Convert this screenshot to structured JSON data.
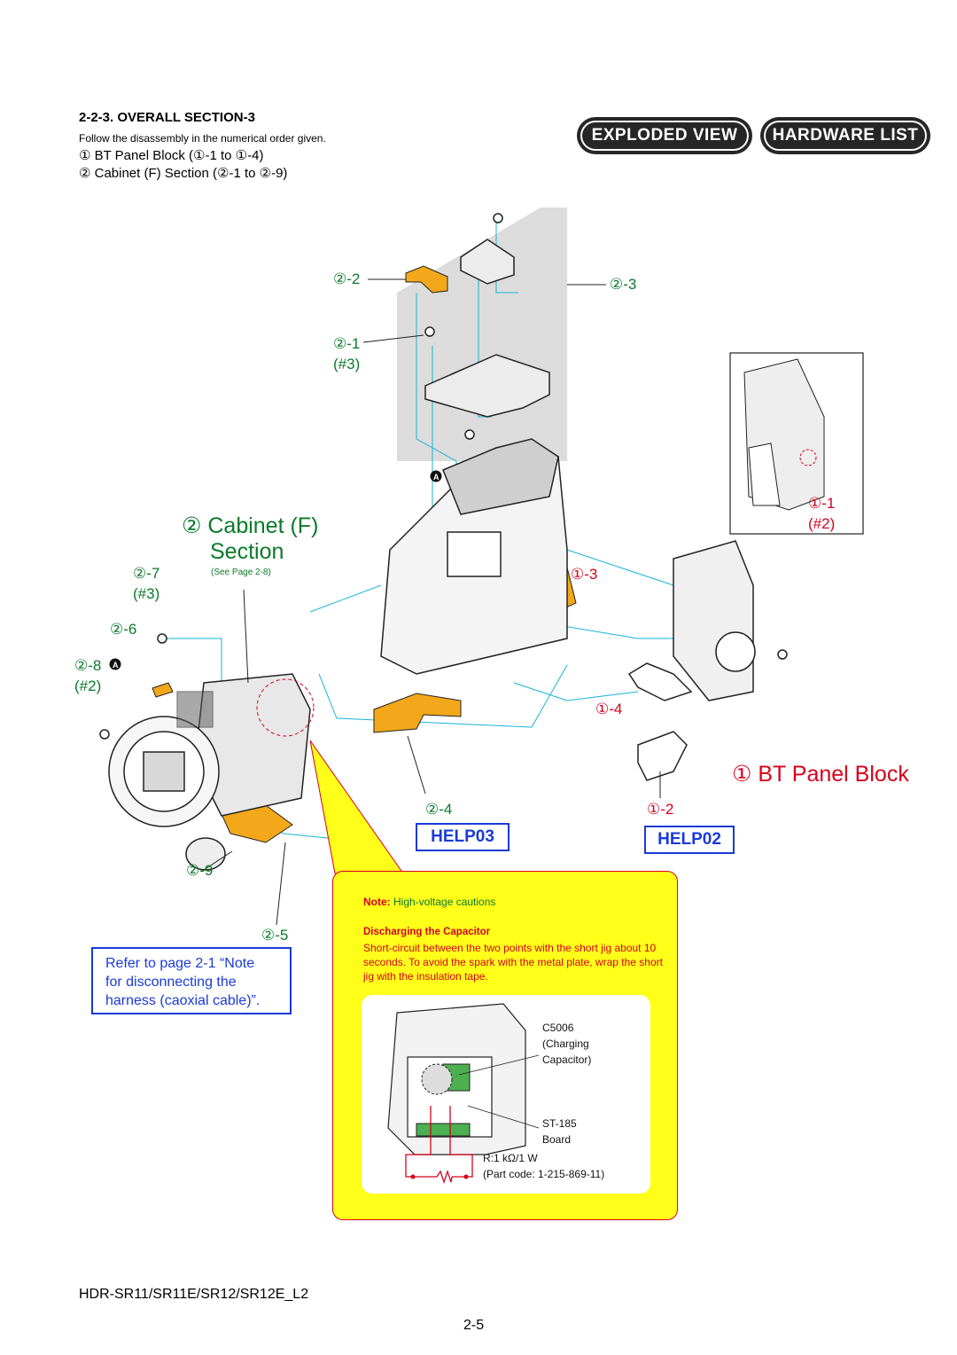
{
  "section": {
    "title": "2-2-3.  OVERALL SECTION-3",
    "instruction": "Follow the disassembly in the numerical order given.",
    "step1": "① BT Panel Block (①-1 to ①-4)",
    "step2": "② Cabinet (F) Section (②-1 to ②-9)"
  },
  "buttons": {
    "exploded_view": "EXPLODED VIEW",
    "hardware_list": "HARDWARE LIST"
  },
  "labels": {
    "l22": "②-2",
    "l23": "②-3",
    "l21": "②-1",
    "l21_screw": "(#3)",
    "cabinet_title_1": "② Cabinet (F)",
    "cabinet_title_2": "Section",
    "see_page": "(See Page 2-8)",
    "l27": "②-7",
    "l27_screw": "(#3)",
    "l26": "②-6",
    "l28": "②-8",
    "l28_screw": "(#2)",
    "l29": "②-9",
    "l25": "②-5",
    "l24": "②-4",
    "l11": "①-1",
    "l11_screw": "(#2)",
    "l13": "①-3",
    "l14": "①-4",
    "l12": "①-2",
    "bt_title": "① BT Panel Block",
    "marker_a": "A"
  },
  "help": {
    "help03": "HELP03",
    "help02": "HELP02"
  },
  "refer_note": {
    "line1": "Refer to page 2-1 “Note",
    "line2": "for disconnecting the",
    "line3": "harness (caoxial cable)”."
  },
  "note": {
    "label": "Note:",
    "text": " High-voltage cautions",
    "discharging_head": "Discharging the Capacitor",
    "discharging_body": "Short-circuit between the two points with the short jig about 10 seconds. To avoid the spark with the metal plate, wrap the short jig with the insulation tape."
  },
  "inset": {
    "cap_1": "C5006",
    "cap_2": "(Charging",
    "cap_3": "Capacitor)",
    "board_1": "ST-185",
    "board_2": "Board",
    "res_1": "R:1 kΩ/1 W",
    "res_2": "(Part code: 1-215-869-11)"
  },
  "footer": {
    "model": "HDR-SR11/SR11E/SR12/SR12E_L2",
    "page": "2-5"
  },
  "colors": {
    "green": "#0a7a2a",
    "red": "#d8001c",
    "blue": "#1a3bd6",
    "yellow": "#ffff1a",
    "flex": "#f2a81a"
  }
}
